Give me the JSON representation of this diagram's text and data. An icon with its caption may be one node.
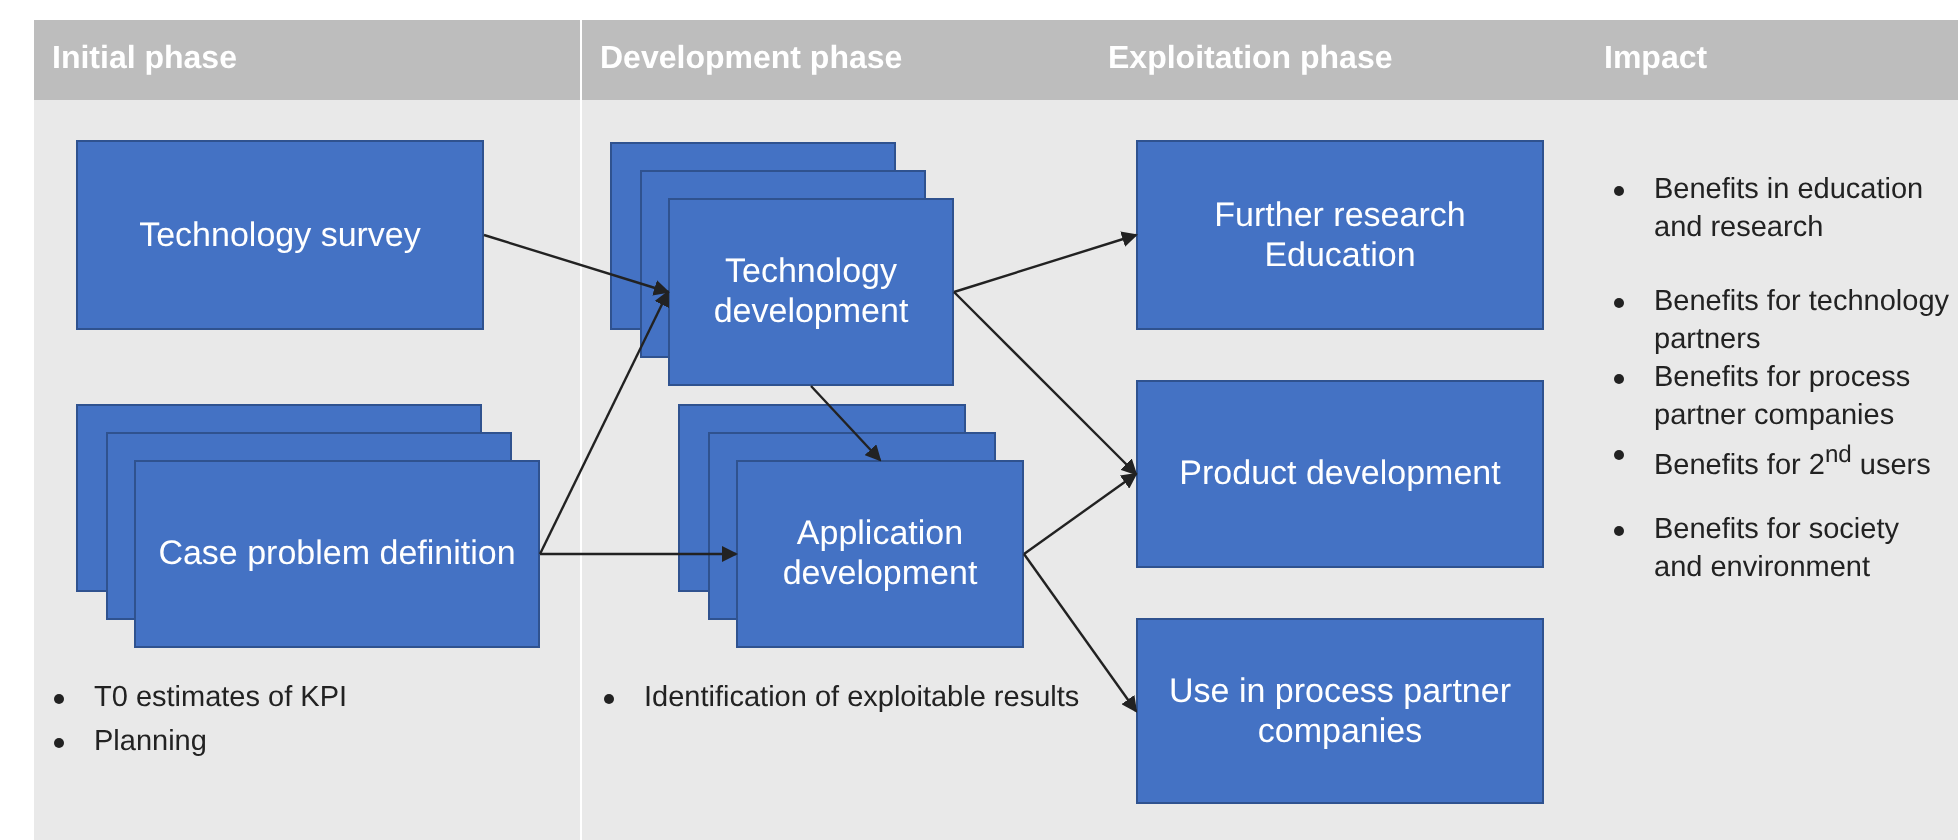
{
  "diagram": {
    "nodes": [
      {
        "text": [
          "Initial phase"
        ]
      },
      {
        "text": [
          "Technology survey"
        ],
        "in": 0
      },
      {
        "text": [
          "Case problem definition"
        ],
        "in": 0
      },
      {
        "text": [
          "Development phase"
        ]
      },
      {
        "text": [
          "Technology development"
        ],
        "in": 3
      },
      {
        "text": [
          "Application development"
        ],
        "in": 3
      },
      {
        "text": [
          "Exploitation phase"
        ]
      },
      {
        "text": [
          "Further research Education"
        ],
        "in": 6
      },
      {
        "text": [
          "Product development"
        ],
        "in": 6
      },
      {
        "text": [
          "Use in process partner companies"
        ],
        "in": 6
      },
      {
        "text": [
          "Impact"
        ]
      }
    ],
    "edges": [
      {
        "from": 1,
        "to": 4,
        "arrow": "to"
      },
      {
        "from": 2,
        "to": 4,
        "arrow": "to"
      },
      {
        "from": 2,
        "to": 5,
        "arrow": "to"
      },
      {
        "from": 4,
        "to": 5,
        "arrow": "to"
      },
      {
        "from": 4,
        "to": 7,
        "arrow": "to"
      },
      {
        "from": 4,
        "to": 8,
        "arrow": "to"
      },
      {
        "from": 5,
        "to": 8,
        "arrow": "to"
      },
      {
        "from": 5,
        "to": 9,
        "arrow": "to"
      }
    ],
    "labels": [
      "T0 estimates of KPI",
      "Planning",
      "Identification of exploitable results",
      "Benefits in education and research",
      "Benefits for technology partners",
      "Benefits for process partner companies",
      "Benefits for 2$^{nd}$ users",
      "Benefits for society and environment"
    ]
  }
}
